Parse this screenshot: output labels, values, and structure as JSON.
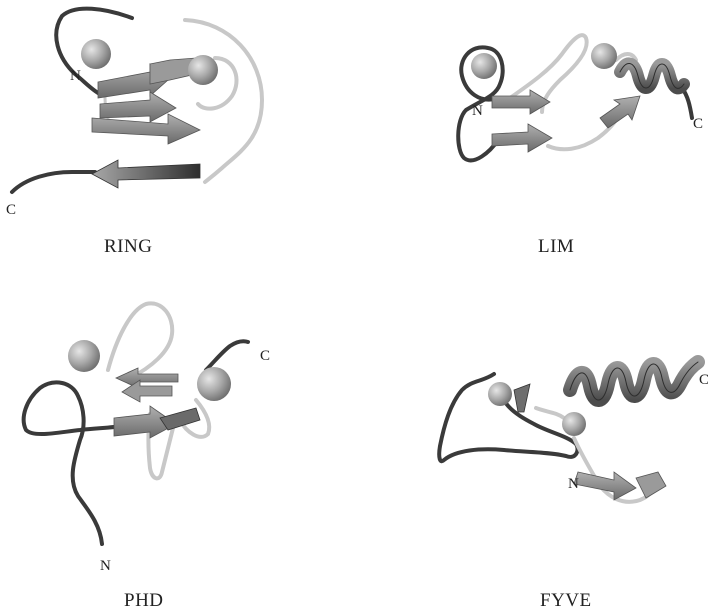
{
  "panels": [
    {
      "id": "ring",
      "title": "RING",
      "n_label": "N",
      "c_label": "C"
    },
    {
      "id": "lim",
      "title": "LIM",
      "n_label": "N",
      "c_label": "C"
    },
    {
      "id": "phd",
      "title": "PHD",
      "n_label": "N",
      "c_label": "C"
    },
    {
      "id": "fyve",
      "title": "FYVE",
      "n_label": "N",
      "c_label": "C"
    }
  ],
  "colors": {
    "dark_coil": "#3a3a3a",
    "light_coil": "#c4c4c4",
    "strand_fill": "#8e8e8e",
    "strand_dark": "#4a4a4a",
    "zinc_sphere": "#9c9c9c"
  },
  "icons": [
    "zinc-ion-sphere",
    "beta-strand-arrow",
    "alpha-helix"
  ]
}
